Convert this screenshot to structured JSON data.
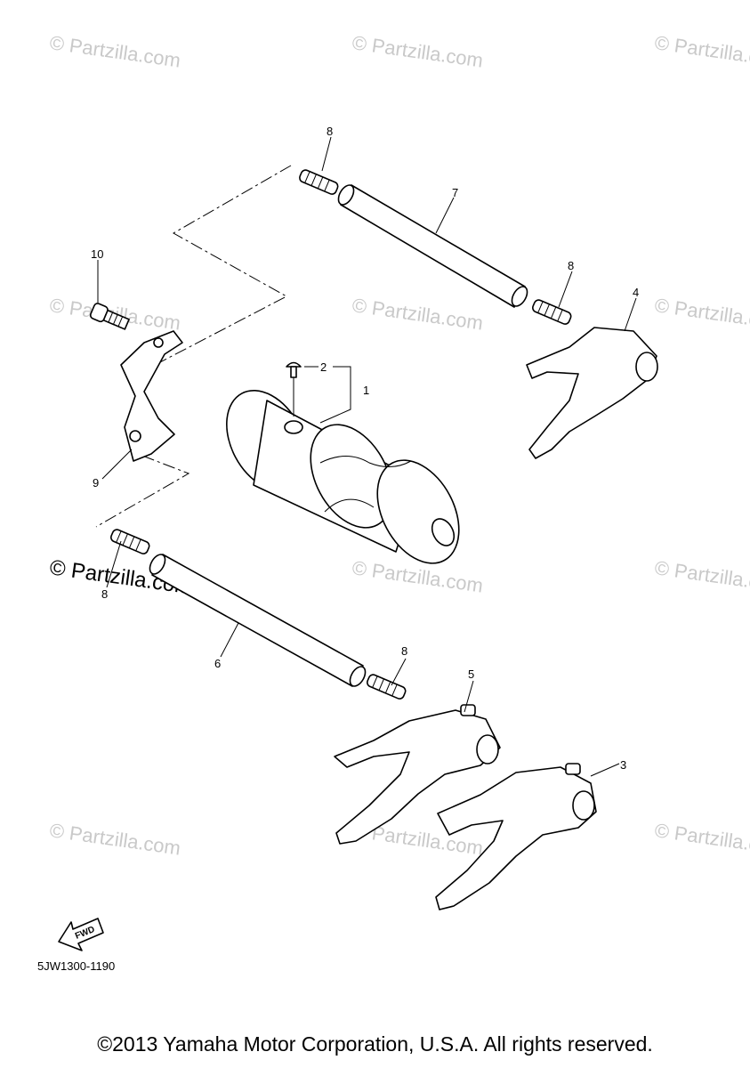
{
  "watermark": {
    "text": "© Partzilla.com",
    "prominent_text": "© Partzilla.com"
  },
  "callouts": [
    {
      "id": "1",
      "label": "1"
    },
    {
      "id": "2",
      "label": "2"
    },
    {
      "id": "3",
      "label": "3"
    },
    {
      "id": "4",
      "label": "4"
    },
    {
      "id": "5",
      "label": "5"
    },
    {
      "id": "6",
      "label": "6"
    },
    {
      "id": "7",
      "label": "7"
    },
    {
      "id": "8a",
      "label": "8"
    },
    {
      "id": "8b",
      "label": "8"
    },
    {
      "id": "8c",
      "label": "8"
    },
    {
      "id": "8d",
      "label": "8"
    },
    {
      "id": "9",
      "label": "9"
    },
    {
      "id": "10",
      "label": "10"
    }
  ],
  "fwd_label": "FWD",
  "diagram_code": "5JW1300-1190",
  "copyright": "©2013 Yamaha Motor Corporation, U.S.A. All rights reserved."
}
